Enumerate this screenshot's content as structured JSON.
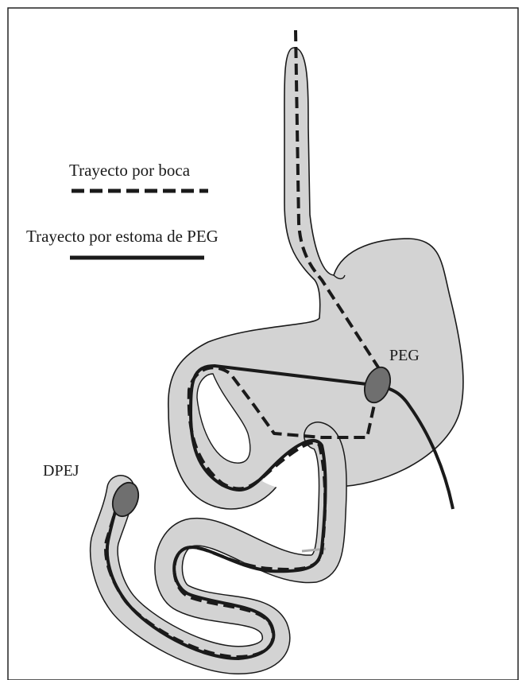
{
  "legend": {
    "mouth_route_label": "Trayecto por boca",
    "stoma_route_label": "Trayecto por estoma de PEG"
  },
  "labels": {
    "peg": "PEG",
    "dpej": "DPEJ"
  },
  "colors": {
    "organ_fill": "#d3d3d3",
    "outline": "#1a1a1a",
    "device_fill": "#6f6f6f",
    "frame": "#222222"
  }
}
